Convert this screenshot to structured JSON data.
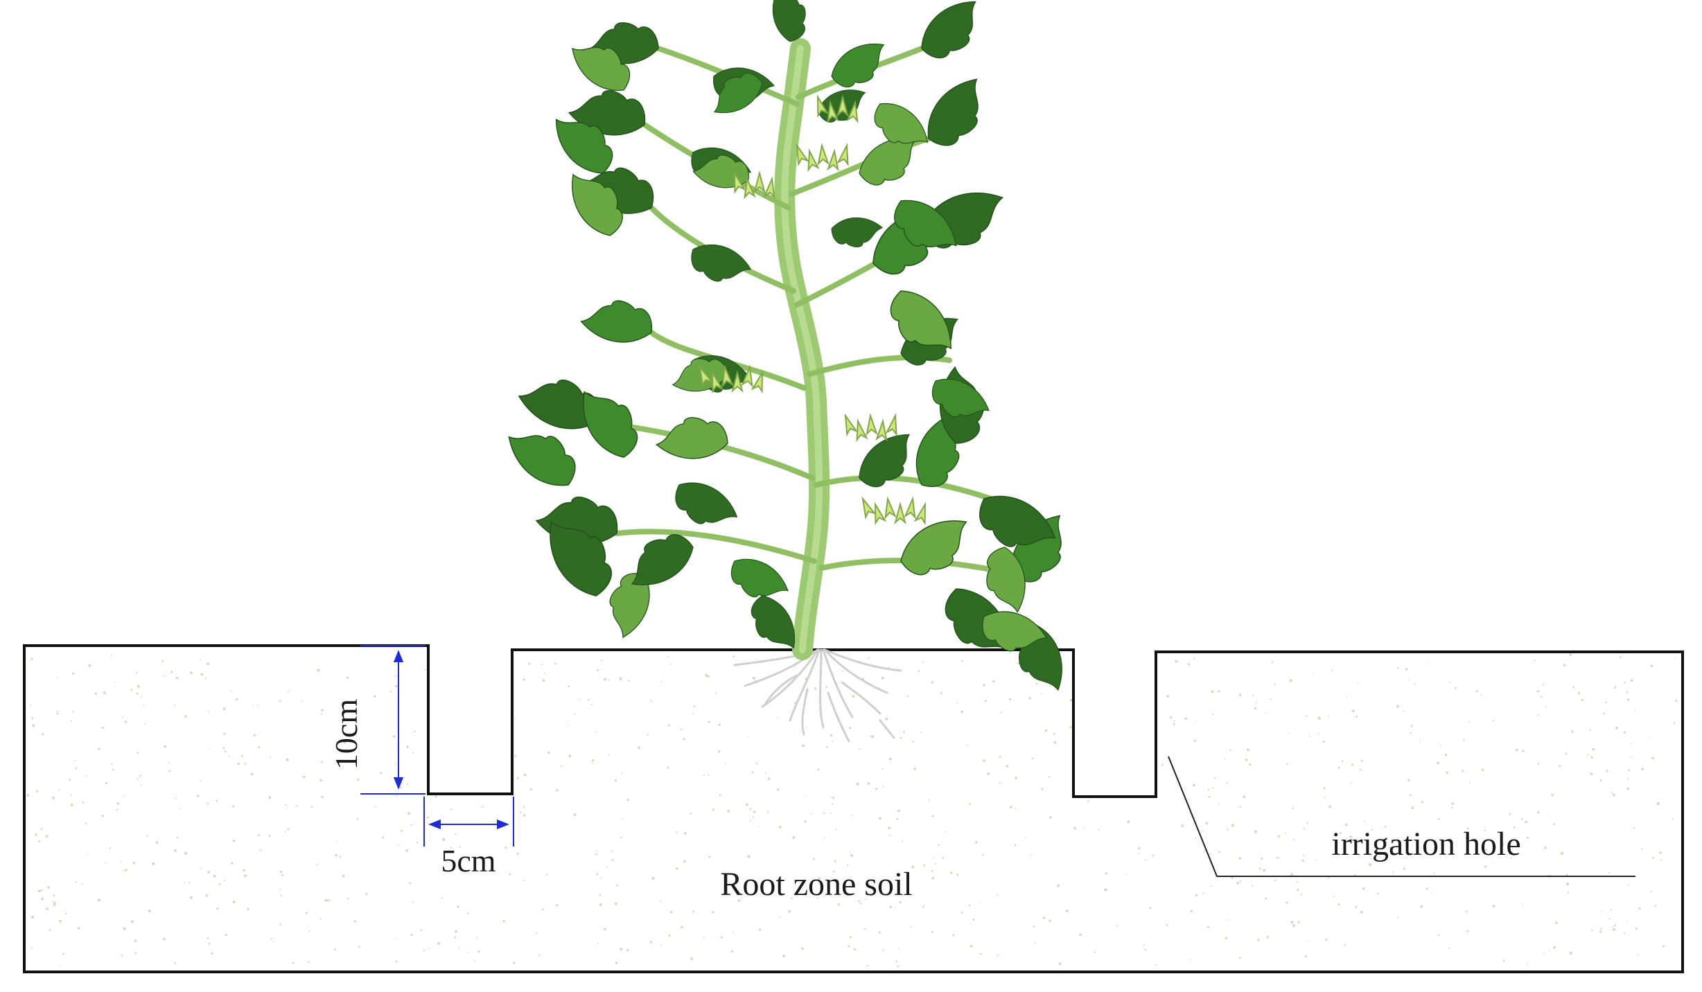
{
  "labels": {
    "height_dim": "10cm",
    "width_dim": "5cm",
    "soil": "Root zone soil",
    "hole": "irrigation hole"
  },
  "colors": {
    "outline": "#111111",
    "dimension": "#1f2bd6",
    "leaf_dark": "#2f6b23",
    "leaf_mid": "#3f8a2c",
    "leaf_light": "#6aa843",
    "stem": "#9cc972",
    "flower": "#cfe77a",
    "root": "#cfcfcf",
    "soil_speck": "#c9c2a8"
  },
  "icons": {
    "plant": "tomato-plant-illustration",
    "roots": "root-system-illustration"
  }
}
